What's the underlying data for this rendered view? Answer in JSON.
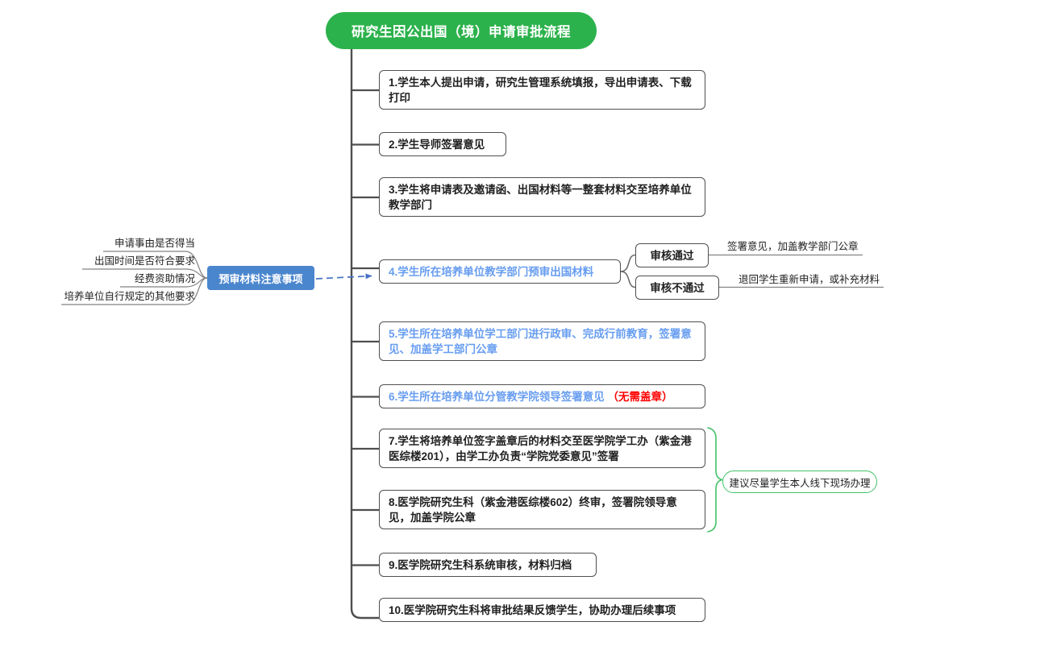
{
  "title": "研究生因公出国（境）申请审批流程",
  "steps": [
    {
      "text": "1.学生本人提出申请，研究生管理系统填报，导出申请表、下载打印",
      "color": "black"
    },
    {
      "text": "2.学生导师签署意见",
      "color": "black"
    },
    {
      "text": "3.学生将申请表及邀请函、出国材料等一整套材料交至培养单位教学部门",
      "color": "black"
    },
    {
      "text": "4.学生所在培养单位教学部门预审出国材料",
      "color": "blue"
    },
    {
      "text": "5.学生所在培养单位学工部门进行政审、完成行前教育，签署意见、加盖学工部门公章",
      "color": "blue"
    },
    {
      "text": "6.学生所在培养单位分管教学院领导签署意见 ",
      "note": "（无需盖章）",
      "color": "blue"
    },
    {
      "text": "7.学生将培养单位签字盖章后的材料交至医学院学工办（紫金港医综楼201），由学工办负责“学院党委意见”签署",
      "color": "black"
    },
    {
      "text": "8.医学院研究生科（紫金港医综楼602）终审，签署院领导意见，加盖学院公章",
      "color": "black"
    },
    {
      "text": "9.医学院研究生科系统审核，材料归档",
      "color": "black"
    },
    {
      "text": "10.医学院研究生科将审批结果反馈学生，协助办理后续事项",
      "color": "black"
    }
  ],
  "review_branch": {
    "pass": {
      "label": "审核通过",
      "result": "签署意见，加盖教学部门公章"
    },
    "fail": {
      "label": "审核不通过",
      "result": "退回学生重新申请，或补充材料"
    }
  },
  "precheck": {
    "label": "预审材料注意事项",
    "items": [
      "申请事由是否得当",
      "出国时间是否符合要求",
      "经费资助情况",
      "培养单位自行规定的其他要求"
    ]
  },
  "annotation": "建议尽量学生本人线下现场办理",
  "colors": {
    "green": "#2cb24c",
    "green-light": "#42c268",
    "blue-fill": "#4a86cd",
    "blue-text": "#679df0",
    "red": "#ff0000",
    "line-dark": "#4f4f4f",
    "line-gray": "#828282",
    "arrow-blue": "#4672c4",
    "text": "#1f1f1f"
  }
}
